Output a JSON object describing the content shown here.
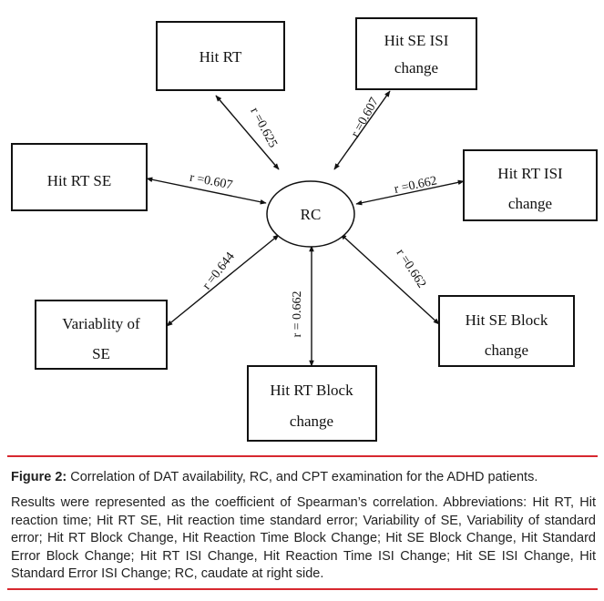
{
  "diagram": {
    "center": "RC",
    "nodes": [
      {
        "id": "hit-rt",
        "lines": [
          "Hit RT"
        ],
        "r": "r =0.625"
      },
      {
        "id": "hit-se-isi-change",
        "lines": [
          "Hit SE ISI",
          "change"
        ],
        "r": "r =0.607"
      },
      {
        "id": "hit-rt-se",
        "lines": [
          "Hit RT SE"
        ],
        "r": "r =0.607"
      },
      {
        "id": "hit-rt-isi-change",
        "lines": [
          "Hit RT ISI",
          "change"
        ],
        "r": "r =0.662"
      },
      {
        "id": "variability-of-se",
        "lines": [
          "Variablity of",
          "SE"
        ],
        "r": "r =0.644"
      },
      {
        "id": "hit-se-block-change",
        "lines": [
          "Hit SE Block",
          "change"
        ],
        "r": "r =0.662"
      },
      {
        "id": "hit-rt-block-change",
        "lines": [
          "Hit RT Block",
          "change"
        ],
        "r": "r = 0.662"
      }
    ]
  },
  "caption": {
    "label": "Figure 2:",
    "title": " Correlation of DAT availability, RC, and CPT examination for the ADHD patients.",
    "body": "Results were represented as the coefficient of Spearman’s correlation. Abbreviations: Hit RT, Hit reaction time; Hit RT SE, Hit reaction time standard error; Variability of SE, Variability of standard error; Hit RT Block Change, Hit Reaction Time Block Change; Hit SE Block Change, Hit Standard Error Block Change; Hit RT ISI Change, Hit Reaction Time ISI Change; Hit SE ISI Change, Hit Standard Error ISI Change; RC, caudate at right side."
  }
}
